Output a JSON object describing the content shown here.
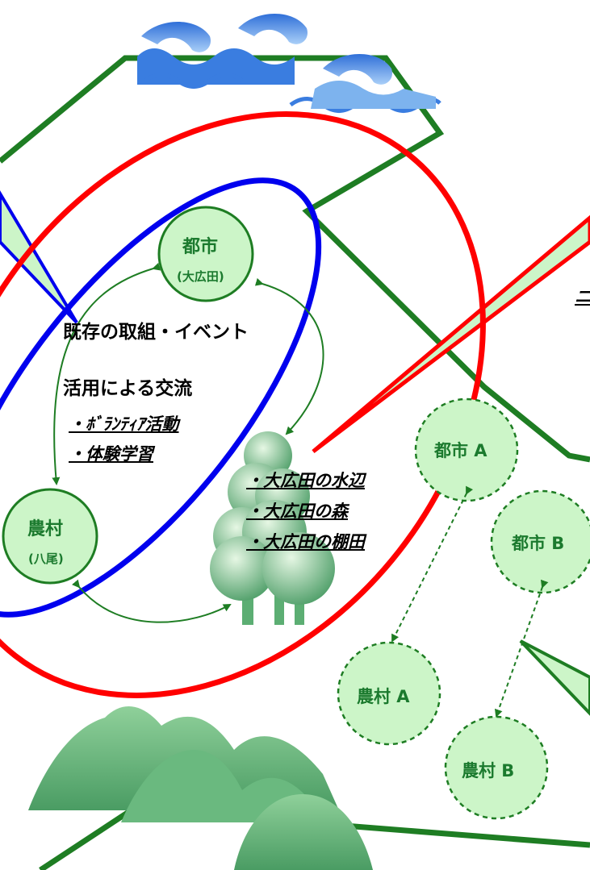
{
  "center_city": {
    "name": "都市",
    "sub": "(大広田)"
  },
  "center_village": {
    "name": "農村",
    "sub": "(八尾)"
  },
  "exchange": {
    "line1": "既存の取組・イベント",
    "line2": "活用による交流",
    "items": [
      "・ﾎﾞﾗﾝﾃｨｱ活動",
      "・体験学習"
    ]
  },
  "resources": [
    "・大広田の水辺",
    "・大広田の森",
    "・大広田の棚田"
  ],
  "city_a": "都市 A",
  "city_b": "都市 B",
  "village_a": "農村 A",
  "village_b": "農村 B",
  "cutoff_text": "ニ",
  "colors": {
    "green_frame": "#1e7d23",
    "red_ring": "#ff0000",
    "blue_ring": "#0000ee",
    "node_fill": "#ccf5c8",
    "node_text": "#1b7a2e",
    "arrow": "#1e7d23"
  }
}
